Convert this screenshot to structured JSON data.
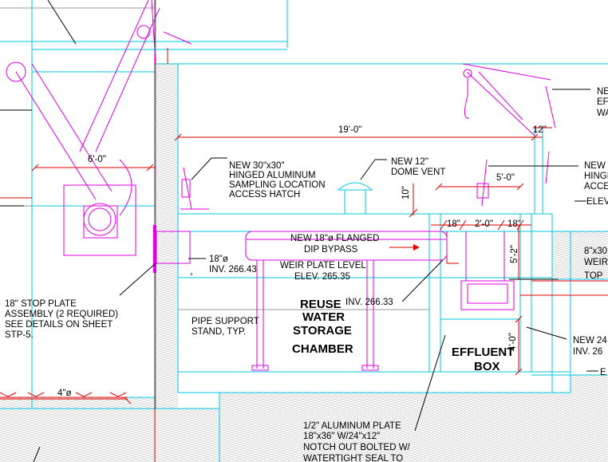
{
  "colors": {
    "structure": "#00c8e0",
    "equipment": "#e000e0",
    "dimension": "#e00000",
    "leader": "#000000",
    "hatch": "#9a9a9a"
  },
  "labels": {
    "hatch_note": [
      "NEW 30\"x30\"",
      "HINGED ALUMINUM",
      "SAMPLING LOCATION",
      "ACCESS HATCH"
    ],
    "dome_vent": [
      "NEW 12\"",
      "DOME VENT"
    ],
    "right_hatch": [
      "NEW",
      "HINGE",
      "ACCES",
      "ELEV."
    ],
    "crane_note": [
      "NE",
      "EF",
      "WA"
    ],
    "bypass": [
      "NEW 18\"ø FLANGED",
      "DIP BYPASS"
    ],
    "weir_level": [
      "WEIR PLATE LEVEL",
      "ELEV. 265.35"
    ],
    "inlet_inv": [
      "18\"ø",
      "INV. 266.43"
    ],
    "inv_33": "INV. 266.33",
    "stop_plate": [
      "18\" STOP PLATE",
      "ASSEMBLY (2 REQUIRED)",
      "SEE DETAILS ON SHEET",
      "STP-5."
    ],
    "pipe_support": [
      "PIPE SUPPORT",
      "STAND, TYP."
    ],
    "chamber": [
      "REUSE",
      "WATER",
      "STORAGE",
      "CHAMBER"
    ],
    "effluent_box": [
      "EFFLUENT",
      "BOX"
    ],
    "weir_right": [
      "8\"x30",
      "WEIR",
      "TOP"
    ],
    "new24": [
      "NEW 24",
      "INV. 26"
    ],
    "right_e": "E",
    "plate_note": [
      "1/2\" ALUMINUM PLATE",
      "18\"x36\" W/24\"x12\"",
      "NOTCH OUT BOLTED W/",
      "WATERTIGHT SEAL TO"
    ],
    "pipe_4": "4\"ø"
  },
  "dimensions": {
    "span_19": "19'-0\"",
    "span_6": "6'-0\"",
    "span_12_right": "12\"",
    "span_5_0": "5'-0\"",
    "span_10": "10\"",
    "span_18_left": "18\"",
    "span_2_0": "2'-0\"",
    "span_18_right": "18\"",
    "span_5_2": "5'-2\"",
    "span_4_0": "4'-0\""
  }
}
